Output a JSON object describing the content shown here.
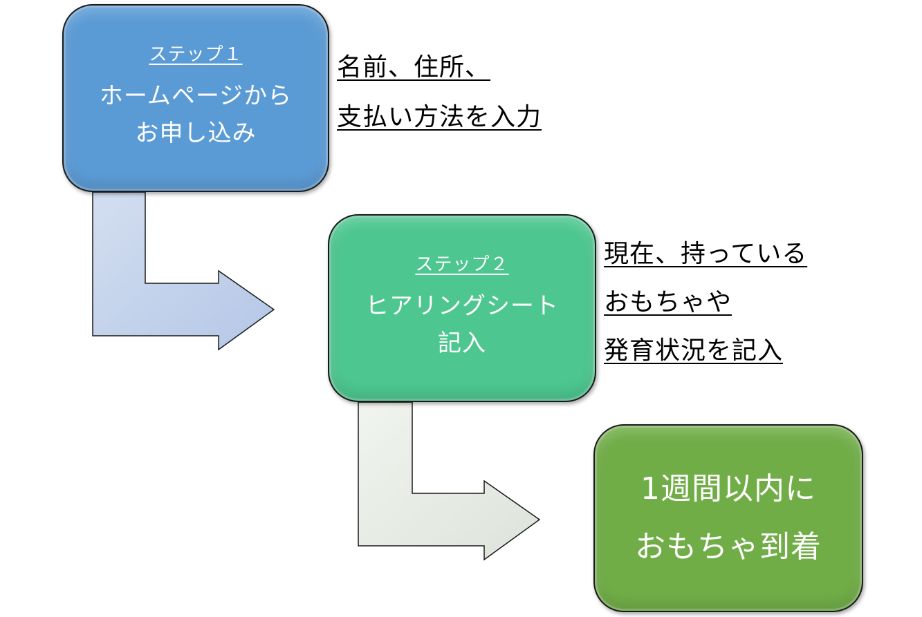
{
  "steps": [
    {
      "step_label": "ステップ１",
      "lines": [
        "ホームページから",
        "お申し込み"
      ],
      "note": [
        "名前、住所、",
        "支払い方法を入力"
      ],
      "color": "#5b9bd5"
    },
    {
      "step_label": "ステップ２",
      "lines": [
        "ヒアリングシート",
        "記入"
      ],
      "note": [
        "現在、持っている",
        "おもちゃや",
        "発育状況を記入"
      ],
      "color": "#4dc68f"
    },
    {
      "lines": [
        "1週間以内に",
        "おもちゃ到着"
      ],
      "color": "#70ad47"
    }
  ],
  "arrow_colors": [
    "#c5d3ea",
    "#e7ebe4"
  ]
}
